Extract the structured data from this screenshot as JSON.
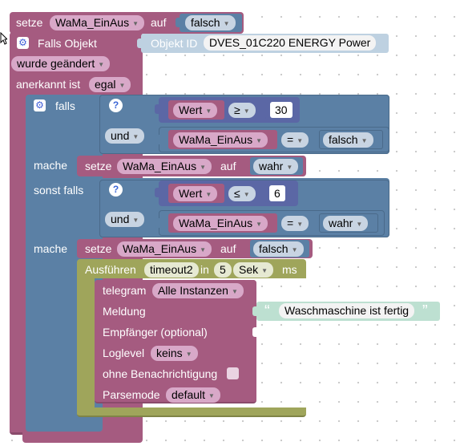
{
  "setze1": {
    "setze": "setze",
    "var": "WaMa_EinAus",
    "auf": "auf",
    "value": "falsch"
  },
  "trigger": {
    "falls_objekt": "Falls Objekt",
    "objekt_id_label": "Objekt ID",
    "objekt_id_value": "DVES_01C220 ENERGY  Power",
    "mode": "wurde geändert",
    "anerkannt_label": "anerkannt ist",
    "anerkannt_value": "egal"
  },
  "ifblock": {
    "falls": "falls",
    "mache": "mache",
    "sonst_falls": "sonst falls",
    "mache2": "mache"
  },
  "cond1": {
    "wert": "Wert",
    "op": "≥",
    "value": "30",
    "und": "und",
    "var": "WaMa_EinAus",
    "eq": "=",
    "bool": "falsch"
  },
  "action1": {
    "setze": "setze",
    "var": "WaMa_EinAus",
    "auf": "auf",
    "value": "wahr"
  },
  "cond2": {
    "wert": "Wert",
    "op": "≤",
    "value": "6",
    "und": "und",
    "var": "WaMa_EinAus",
    "eq": "=",
    "bool": "wahr"
  },
  "action2": {
    "setze": "setze",
    "var": "WaMa_EinAus",
    "auf": "auf",
    "value": "falsch"
  },
  "timeout": {
    "label": "Ausführen",
    "name": "timeout2",
    "in": "in",
    "value": "5",
    "unit": "Sek",
    "ms": "ms"
  },
  "telegram": {
    "label": "telegram",
    "instance": "Alle Instanzen",
    "meldung": "Meldung",
    "message": "Waschmaschine ist fertig",
    "quote_open": "“",
    "quote_close": "”",
    "empfaenger": "Empfänger (optional)",
    "loglevel": "Loglevel",
    "loglevel_value": "keins",
    "ohne": "ohne Benachrichtigung",
    "parsemode": "Parsemode",
    "parsemode_value": "default"
  },
  "colors": {
    "variables": "#a55b80",
    "logic": "#5b80a5",
    "math": "#5b67a5",
    "timer": "#9fa55b",
    "text": "#bde0d1",
    "trigger": "#a55b80"
  },
  "icons": {
    "gear": "gear-icon",
    "help": "question-mark-icon",
    "arrow": "dropdown-arrow-icon"
  }
}
